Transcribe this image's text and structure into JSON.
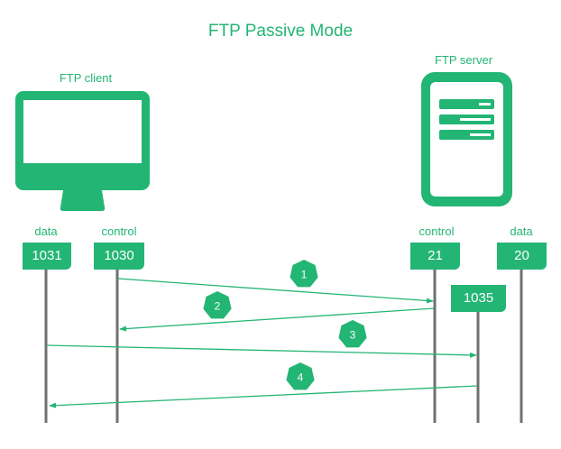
{
  "title": "FTP Passive Mode",
  "colors": {
    "accent": "#23b574",
    "lifeline": "#707070",
    "background": "#ffffff"
  },
  "client": {
    "label": "FTP client",
    "icon": "monitor-icon",
    "ports": [
      {
        "role": "data",
        "number": "1031"
      },
      {
        "role": "control",
        "number": "1030"
      }
    ]
  },
  "server": {
    "label": "FTP server",
    "icon": "server-icon",
    "ports": [
      {
        "role": "control",
        "number": "21"
      },
      {
        "role": "data",
        "number": "20"
      }
    ],
    "dynamic_port": {
      "number": "1035"
    }
  },
  "steps": [
    {
      "number": "1",
      "from": "client-1030",
      "to": "server-21"
    },
    {
      "number": "2",
      "from": "server-21",
      "to": "client-1030"
    },
    {
      "number": "3",
      "from": "client-1031",
      "to": "server-1035"
    },
    {
      "number": "4",
      "from": "server-1035",
      "to": "client-1031"
    }
  ]
}
